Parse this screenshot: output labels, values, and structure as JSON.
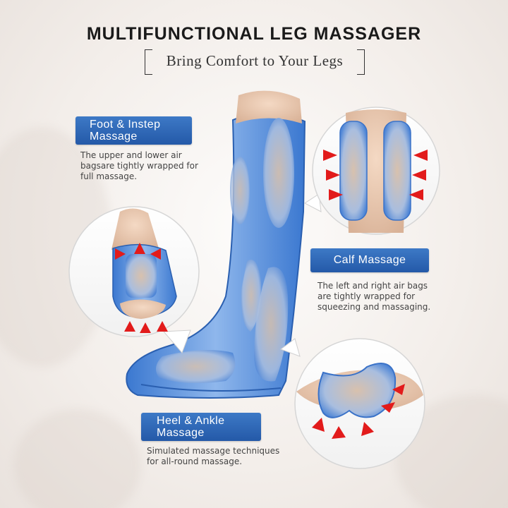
{
  "header": {
    "title": "MULTIFUNCTIONAL LEG MASSAGER",
    "subtitle": "Bring Comfort to Your Legs"
  },
  "features": {
    "foot": {
      "label_line1": "Foot & Instep",
      "label_line2": "Massage",
      "description": [
        "The upper and lower air",
        "bagsare tightly wrapped for",
        "full massage."
      ]
    },
    "calf": {
      "label": "Calf Massage",
      "description": [
        "The left and right air bags",
        "are tightly wrapped for",
        "squeezing and massaging."
      ]
    },
    "heel": {
      "label_line1": "Heel & Ankle",
      "label_line2": "Massage",
      "description": [
        "Simulated massage techniques",
        "for all-round massage."
      ]
    }
  },
  "colors": {
    "accent_blue": "#2f6bbf",
    "device_blue": "#4a86d8",
    "pressure_arrow": "#e21b1b",
    "title_text": "#1a1a1a",
    "body_text": "#444444"
  }
}
